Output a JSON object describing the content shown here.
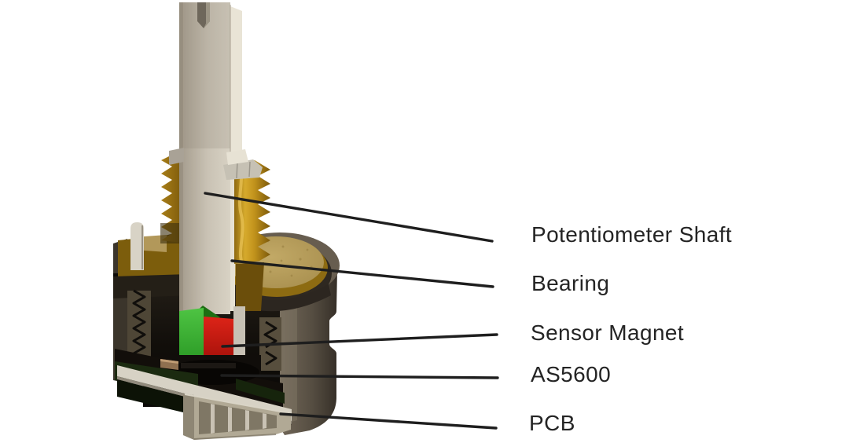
{
  "figure": {
    "type": "annotated cutaway diagram of a magnetic potentiometer assembly",
    "background_color": "#ffffff",
    "labels": [
      {
        "text": "Potentiometer Shaft"
      },
      {
        "text": "Bearing"
      },
      {
        "text": "Sensor Magnet"
      },
      {
        "text": "AS5600"
      },
      {
        "text": "PCB"
      }
    ],
    "colors": {
      "label_text": "#242424",
      "leader_line": "#1e1e1e",
      "shaft_cream": "#cdc6b8",
      "bearing_brass": "#c2931c",
      "bushing_dark_brass": "#8a650f",
      "housing_brown": "#5a5245",
      "magnet_green": "#3cb535",
      "magnet_red": "#cc1f15",
      "pcb_edge_cream": "#d7d2c5",
      "pcb_dark_green": "#1b2a10",
      "connector_beige": "#b1a995"
    }
  }
}
